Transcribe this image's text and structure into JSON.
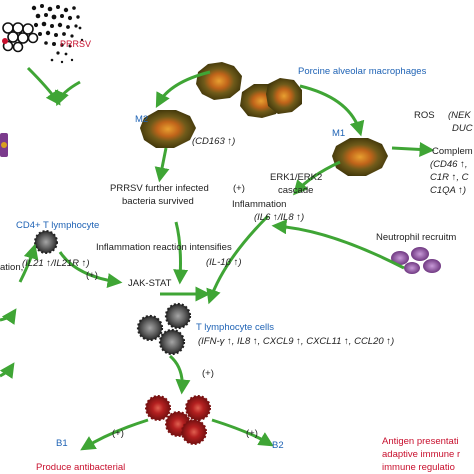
{
  "colors": {
    "arrow": "#3fa535",
    "macrophage_body": "#5c4a12",
    "macrophage_core": "#d4781a",
    "lymph_body": "#2c2c2c",
    "lymph_core": "#8a8a8a",
    "bcell_body": "#9b1b1b",
    "bcell_core": "#d64b3b",
    "neutrophil": "#7b3b8c",
    "blue_text": "#1f63b5",
    "red_text": "#c8102e"
  },
  "labels": {
    "prrsv": "PRRSV",
    "pam": "Porcine alveolar macrophages",
    "m2": "M2",
    "m1": "M1",
    "cd163": "(CD163 ↑)",
    "ros": "ROS",
    "ros_genes_1": "(NEK",
    "ros_genes_2": "DUC",
    "complement": "Complem",
    "complement_genes_1": "(CD46 ↑,",
    "complement_genes_2": "C1R ↑, C",
    "complement_genes_3": "C1QA ↑)",
    "prrsv_further_1": "PRRSV further infected",
    "prrsv_further_2": "bacteria survived",
    "plus": "(+)",
    "erk_1": "ERK1/ERK2",
    "erk_2": "cascade",
    "inflammation": "Inflammation",
    "il6_il8": "(IL6 ↑/IL8 ↑)",
    "neutrophil": "Neutrophil recruitm",
    "cd4": "CD4+ T lymphocyte",
    "il21": "(IL21 ↑/IL21R ↑)",
    "ation": "ation,",
    "inflammation_intensifies": "Inflammation reaction intensifies",
    "il1b": "(IL-1β ↑)",
    "jakstat": "JAK-STAT",
    "t_cells": "T lymphocyte cells",
    "t_genes": "(IFN-γ ↑, IL8 ↑, CXCL9 ↑, CXCL11 ↑, CCL20 ↑)",
    "b1": "B1",
    "b2": "B2",
    "produce_antibacterial": "Produce antibacterial",
    "antigen_1": "Antigen presentati",
    "antigen_2": "adaptive immune r",
    "antigen_3": "immune regulatio"
  },
  "icons": [
    "prrsv-virus-icon",
    "macrophage-icon",
    "t-lymphocyte-icon",
    "b-cell-icon",
    "neutrophil-icon",
    "arrow-icon"
  ]
}
